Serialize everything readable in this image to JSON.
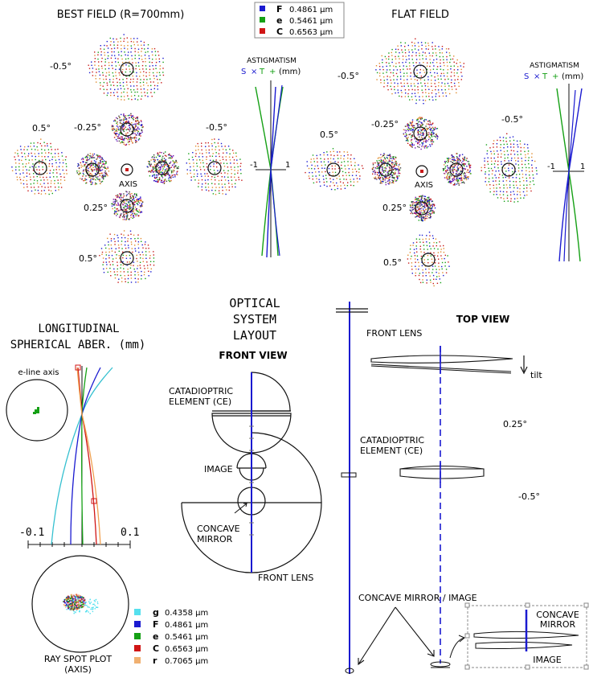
{
  "titles": {
    "best_field": "BEST FIELD (R=700mm)",
    "flat_field": "FLAT FIELD",
    "optical_layout": [
      "OPTICAL",
      "SYSTEM",
      "LAYOUT"
    ],
    "front_view": "FRONT VIEW",
    "top_view": "TOP VIEW",
    "longitudinal": [
      "LONGITUDINAL",
      "SPHERICAL ABER. (mm)"
    ],
    "ray_spot": [
      "RAY SPOT PLOT",
      "(AXIS)"
    ],
    "e_line_axis": "e-line axis"
  },
  "legend_top": [
    {
      "letter": "F",
      "text": "0.4861 µm",
      "color": "#1a1ad0"
    },
    {
      "letter": "e",
      "text": "0.5461 µm",
      "color": "#15a015"
    },
    {
      "letter": "C",
      "text": "0.6563 µm",
      "color": "#d01515"
    }
  ],
  "legend_bottom": [
    {
      "letter": "g",
      "text": "0.4358 µm",
      "color": "#55e0ee"
    },
    {
      "letter": "F",
      "text": "0.4861 µm",
      "color": "#1a1ad0"
    },
    {
      "letter": "e",
      "text": "0.5461 µm",
      "color": "#15a015"
    },
    {
      "letter": "C",
      "text": "0.6563 µm",
      "color": "#d01515"
    },
    {
      "letter": "r",
      "text": "0.7065 µm",
      "color": "#f0b070"
    }
  ],
  "field_labels": {
    "neg05": "-0.5°",
    "neg025": "-0.25°",
    "pos05": "0.5°",
    "pos025": "0.25°",
    "axis": "AXIS"
  },
  "astigmatism": {
    "title": "ASTIGMATISM",
    "s": "S",
    "x": "×",
    "t": "T",
    "plus": "+",
    "unit": "(mm)",
    "neg": "-1",
    "pos": "1"
  },
  "spherical_axis": {
    "neg": "-0.1",
    "pos": "0.1"
  },
  "layout_labels": {
    "ce_front": [
      "CATADIOPTRIC",
      "ELEMENT (CE)"
    ],
    "image": "IMAGE",
    "concave_mirror": [
      "CONCAVE",
      "MIRROR"
    ],
    "front_lens": "FRONT LENS",
    "top_front_lens": "FRONT LENS",
    "top_ce": [
      "CATADIOPTRIC",
      "ELEMENT (CE)"
    ],
    "tilt": "tilt",
    "field_025": "0.25°",
    "field_neg05": "-0.5°",
    "mirror_image": "CONCAVE MIRROR / IMAGE",
    "inset_mirror": [
      "CONCAVE",
      "MIRROR"
    ],
    "inset_image": "IMAGE"
  }
}
